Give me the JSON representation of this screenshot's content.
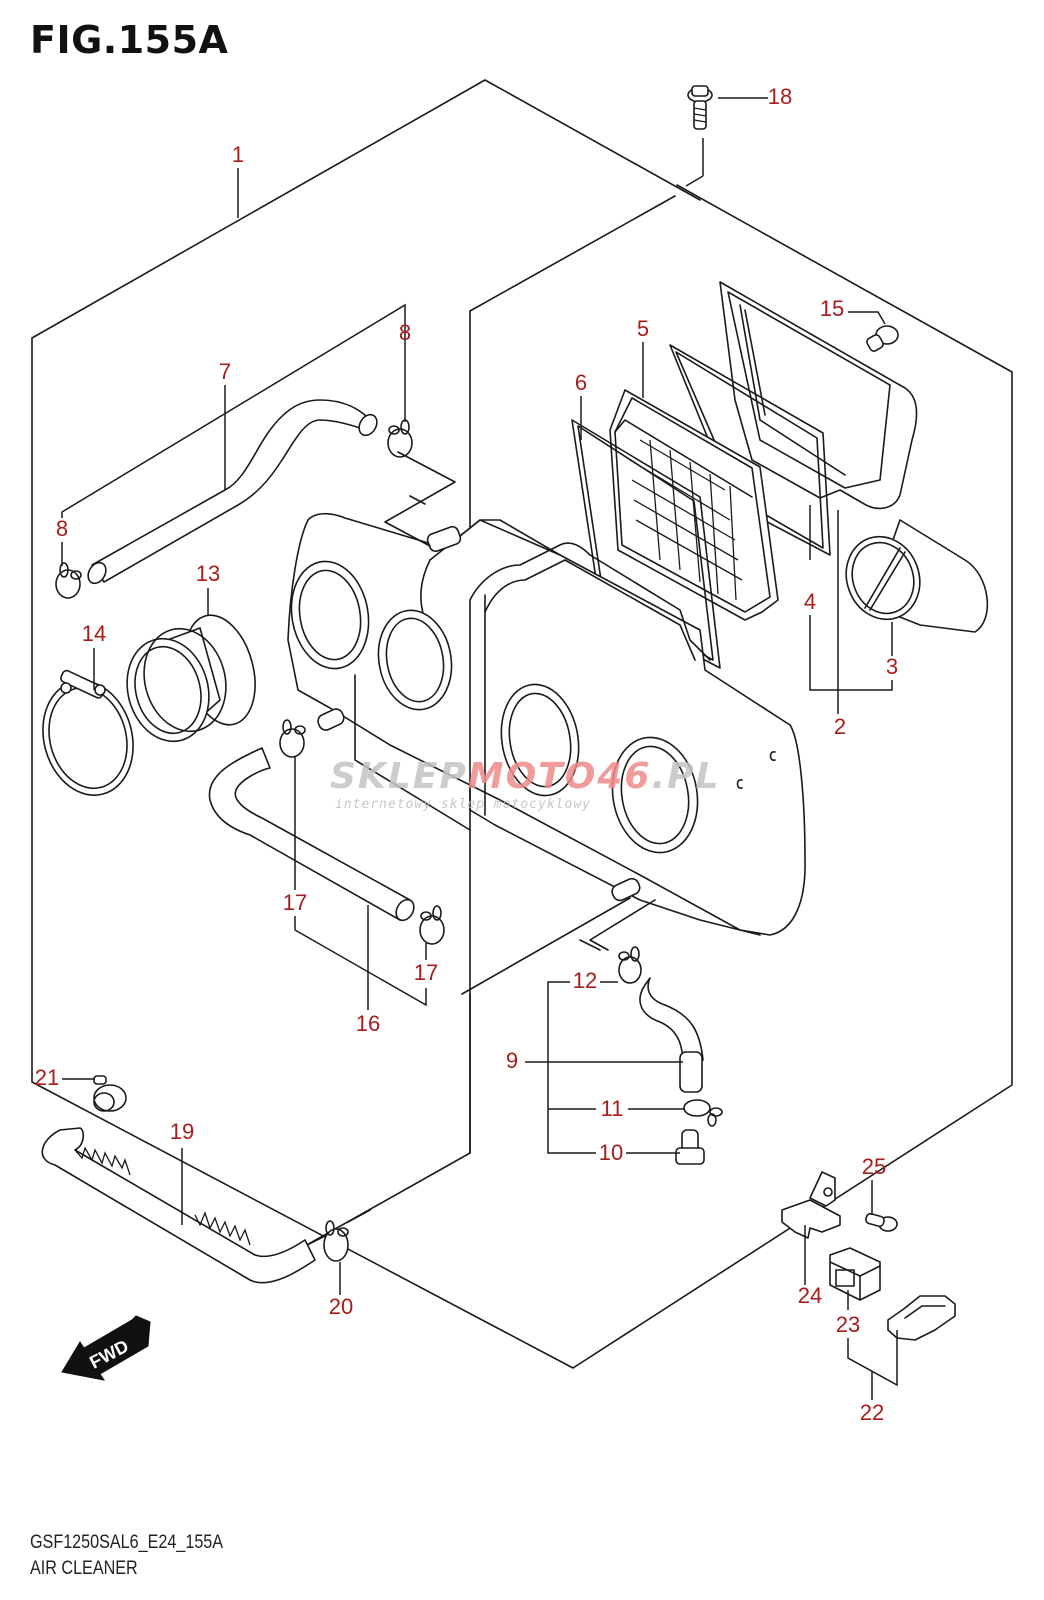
{
  "figure": {
    "title": "FIG.155A",
    "model_code": "GSF1250SAL6_E24_155A",
    "assembly_name": "AIR CLEANER"
  },
  "colors": {
    "callout": "#a51d1d",
    "line": "#1a1a1a",
    "watermark_gray": "#c4c4c4",
    "watermark_red": "#f08a8a"
  },
  "watermark": {
    "brand_part1": "SKLEP",
    "brand_part2": "MOTO46",
    "brand_suffix": ".PL",
    "tagline": "internetowy sklep motocyklowy"
  },
  "direction_badge": {
    "icon": "fwd-arrow-icon",
    "label": "FWD"
  },
  "callouts": [
    {
      "number": "1",
      "part": "air-cleaner-assembly"
    },
    {
      "number": "2",
      "part": "air-filter-set"
    },
    {
      "number": "3",
      "part": "intake-funnel"
    },
    {
      "number": "4",
      "part": "gasket-cover"
    },
    {
      "number": "5",
      "part": "filter-element"
    },
    {
      "number": "6",
      "part": "gasket-element"
    },
    {
      "number": "7",
      "part": "breather-hose"
    },
    {
      "number": "8",
      "part": "clamp-upper"
    },
    {
      "number": "8",
      "part": "clamp-lower"
    },
    {
      "number": "9",
      "part": "drain-hose"
    },
    {
      "number": "10",
      "part": "drain-plug"
    },
    {
      "number": "11",
      "part": "drain-clamp"
    },
    {
      "number": "12",
      "part": "drain-hose-clamp"
    },
    {
      "number": "13",
      "part": "intake-pipe"
    },
    {
      "number": "14",
      "part": "intake-pipe-clamp"
    },
    {
      "number": "15",
      "part": "cover-screw"
    },
    {
      "number": "16",
      "part": "bypass-hose"
    },
    {
      "number": "17",
      "part": "hose-clamp-upper"
    },
    {
      "number": "17",
      "part": "hose-clamp-lower"
    },
    {
      "number": "18",
      "part": "mounting-bolt"
    },
    {
      "number": "19",
      "part": "pcv-hose"
    },
    {
      "number": "20",
      "part": "pcv-clamp"
    },
    {
      "number": "21",
      "part": "pcv-hose-clamp"
    },
    {
      "number": "22",
      "part": "connector-assembly"
    },
    {
      "number": "23",
      "part": "connector-cover"
    },
    {
      "number": "24",
      "part": "connector-bracket"
    },
    {
      "number": "25",
      "part": "bracket-screw"
    }
  ]
}
